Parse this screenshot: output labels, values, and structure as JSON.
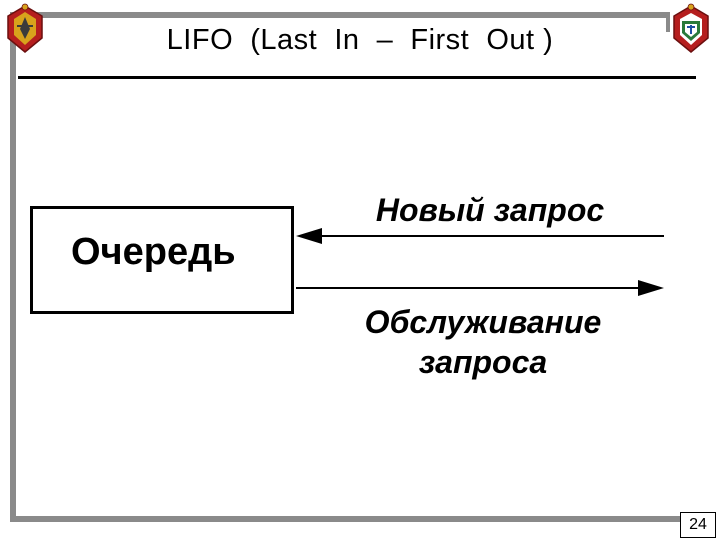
{
  "slide": {
    "title": "LIFO  (Last  In  –  First  Out )",
    "queue_label": "Очередь",
    "arrow_in_label": "Новый  запрос",
    "arrow_out_label_line1": "Обслуживание",
    "arrow_out_label_line2": "запроса",
    "page_number": "24"
  },
  "icons": {
    "left_emblem": "military-emblem-icon",
    "right_emblem": "university-crest-icon"
  },
  "colors": {
    "frame": "#8a8a8a",
    "text": "#000000",
    "emblem_red": "#b51e1e",
    "emblem_gold": "#d8a21c"
  }
}
